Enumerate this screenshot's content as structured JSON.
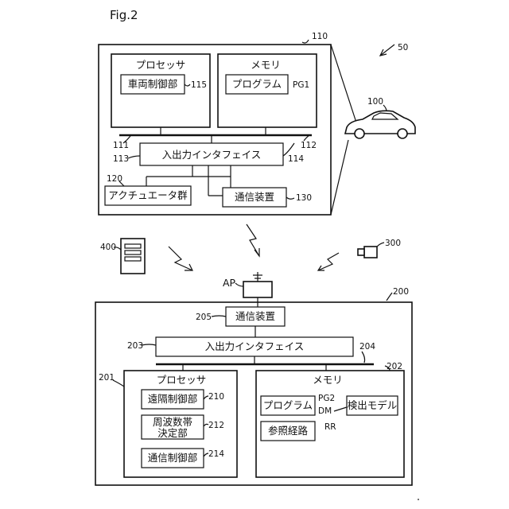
{
  "figure_title": "Fig.2",
  "system_ref": "50",
  "vehicle": {
    "ref": "100"
  },
  "onboard_unit": {
    "ref": "110",
    "processor": {
      "label": "プロセッサ",
      "ref": "111",
      "module": {
        "label": "車両制御部",
        "ref": "115"
      }
    },
    "memory": {
      "label": "メモリ",
      "ref": "112",
      "program": {
        "label": "プログラム",
        "ref": "PG1"
      }
    },
    "io_interface": {
      "label": "入出力インタフェイス",
      "ref": "113",
      "bus_ref": "114"
    },
    "actuators": {
      "label": "アクチュエータ群",
      "ref": "120"
    },
    "comm_device": {
      "label": "通信装置",
      "ref": "130"
    }
  },
  "server_icon": {
    "ref": "400"
  },
  "camera_icon": {
    "ref": "300"
  },
  "access_point": {
    "label": "AP"
  },
  "remote_unit": {
    "ref": "200",
    "comm_device": {
      "label": "通信装置",
      "ref": "205"
    },
    "io_interface": {
      "label": "入出力インタフェイス",
      "ref": "203",
      "bus_ref": "204"
    },
    "processor": {
      "label": "プロセッサ",
      "ref": "201",
      "modules": [
        {
          "label": "遠隔制御部",
          "ref": "210"
        },
        {
          "label_line1": "周波数帯",
          "label_line2": "決定部",
          "ref": "212"
        },
        {
          "label": "通信制御部",
          "ref": "214"
        }
      ]
    },
    "memory": {
      "label": "メモリ",
      "ref": "202",
      "program": {
        "label": "プログラム",
        "ref": "PG2"
      },
      "model": {
        "label": "検出モデル",
        "ref": "DM"
      },
      "route": {
        "label": "参照経路",
        "ref": "RR"
      }
    }
  }
}
